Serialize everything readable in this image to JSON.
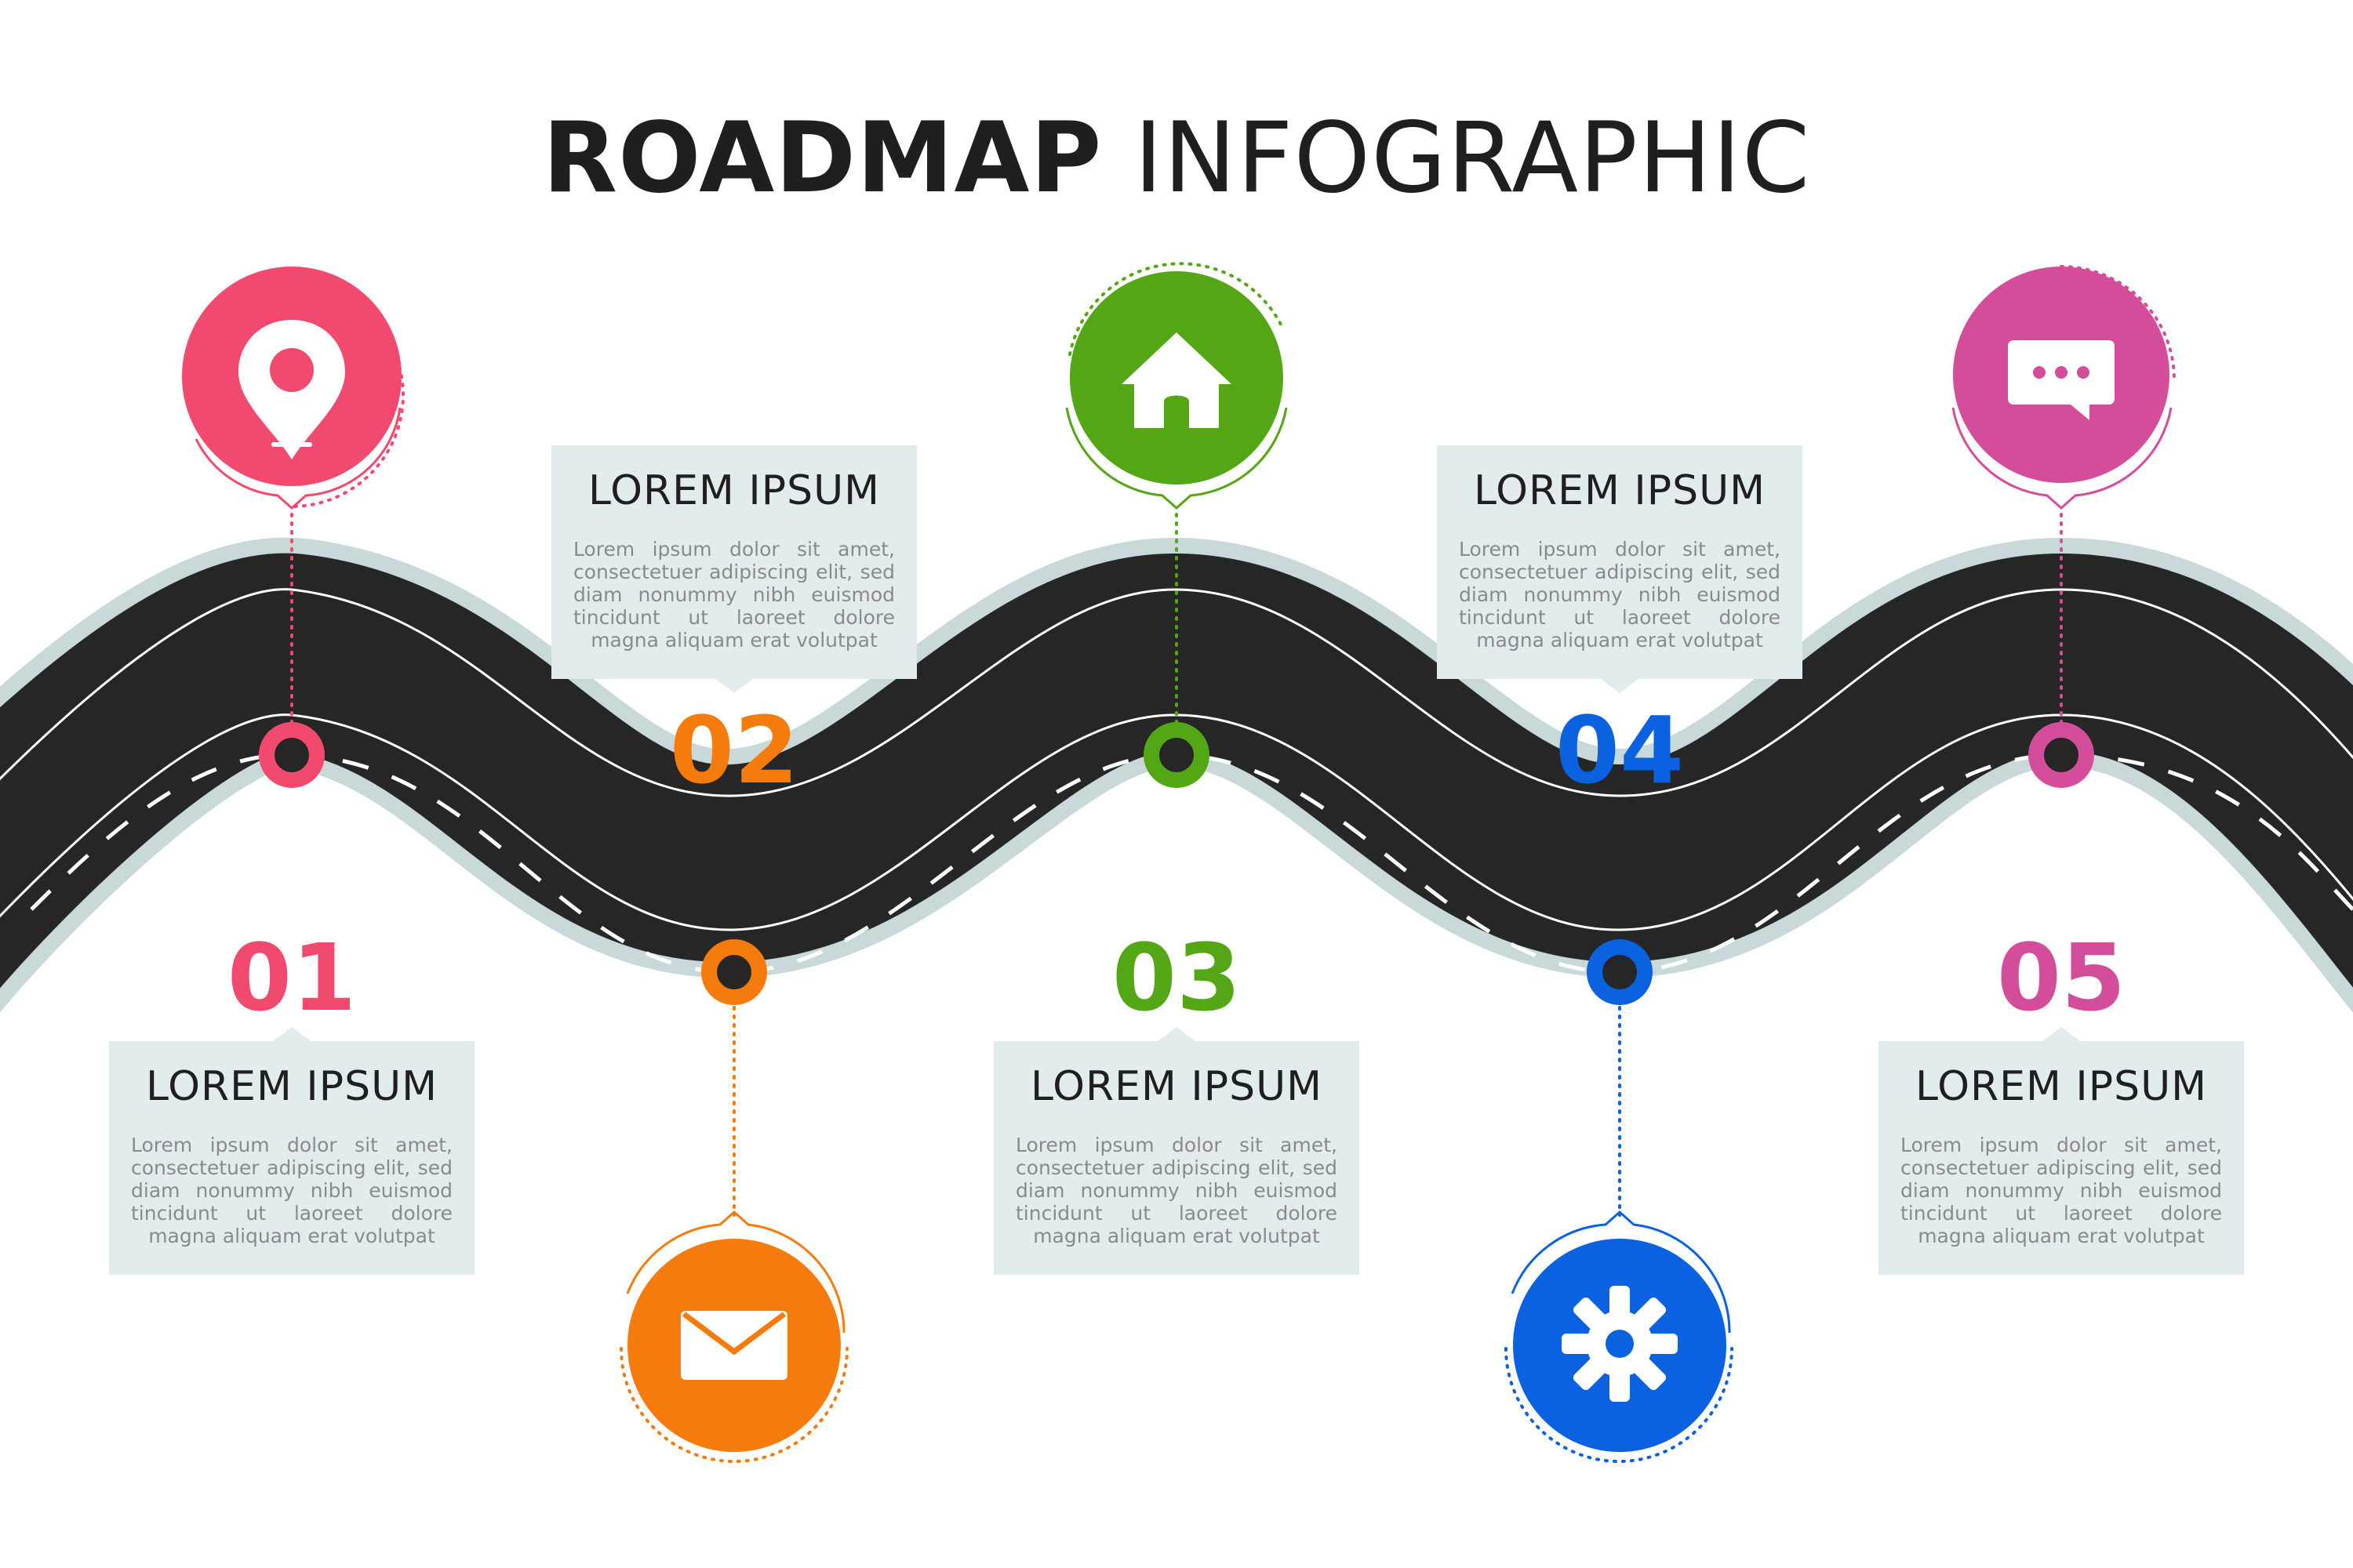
{
  "title": {
    "bold": "ROADMAP",
    "light": " INFOGRAPHIC"
  },
  "colors": {
    "road": "#262626",
    "road_edge": "#c9d8d9",
    "box_bg": "#e3ecec"
  },
  "steps": [
    {
      "number": "01",
      "heading": "LOREM IPSUM",
      "body": "Lorem ipsum dolor sit amet, consectetuer adipiscing elit, sed diam nonummy nibh euismod tincidunt ut laoreet dolore magna aliquam erat volutpat",
      "color": "#f24a6e",
      "icon": "location-pin-icon"
    },
    {
      "number": "02",
      "heading": "LOREM IPSUM",
      "body": "Lorem ipsum dolor sit amet, consectetuer adipiscing elit, sed diam nonummy nibh euismod tincidunt ut laoreet dolore magna aliquam erat volutpat",
      "color": "#f57c0c",
      "icon": "envelope-icon"
    },
    {
      "number": "03",
      "heading": "LOREM IPSUM",
      "body": "Lorem ipsum dolor sit amet, consectetuer adipiscing elit, sed diam nonummy nibh euismod tincidunt ut laoreet dolore magna aliquam erat volutpat",
      "color": "#53a714",
      "icon": "home-icon"
    },
    {
      "number": "04",
      "heading": "LOREM IPSUM",
      "body": "Lorem ipsum dolor sit amet, consectetuer adipiscing elit, sed diam nonummy nibh euismod tincidunt ut laoreet dolore magna aliquam erat volutpat",
      "color": "#0a62e0",
      "icon": "gear-icon"
    },
    {
      "number": "05",
      "heading": "LOREM IPSUM",
      "body": "Lorem ipsum dolor sit amet, consectetuer adipiscing elit, sed diam nonummy nibh euismod tincidunt ut laoreet dolore magna aliquam erat volutpat",
      "color": "#d34d9b",
      "icon": "chat-bubble-icon"
    }
  ]
}
